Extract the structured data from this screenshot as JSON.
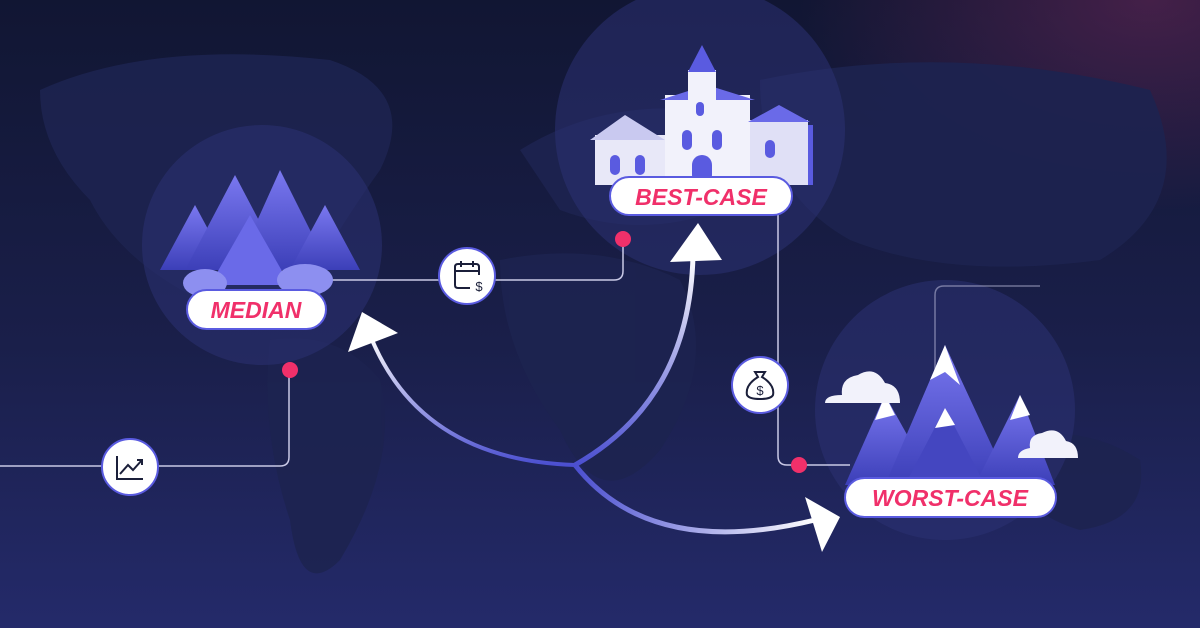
{
  "scenarios": {
    "median": {
      "label": "MEDIAN"
    },
    "best": {
      "label": "BEST-CASE"
    },
    "worst": {
      "label": "WORST-CASE"
    }
  },
  "icons": [
    "trend-chart-icon",
    "calendar-dollar-icon",
    "money-bag-icon"
  ],
  "colors": {
    "accent": "#f0306a",
    "halo": "#3b3f8f",
    "illustration": "#5a5be0",
    "line": "#c9c9e6"
  }
}
